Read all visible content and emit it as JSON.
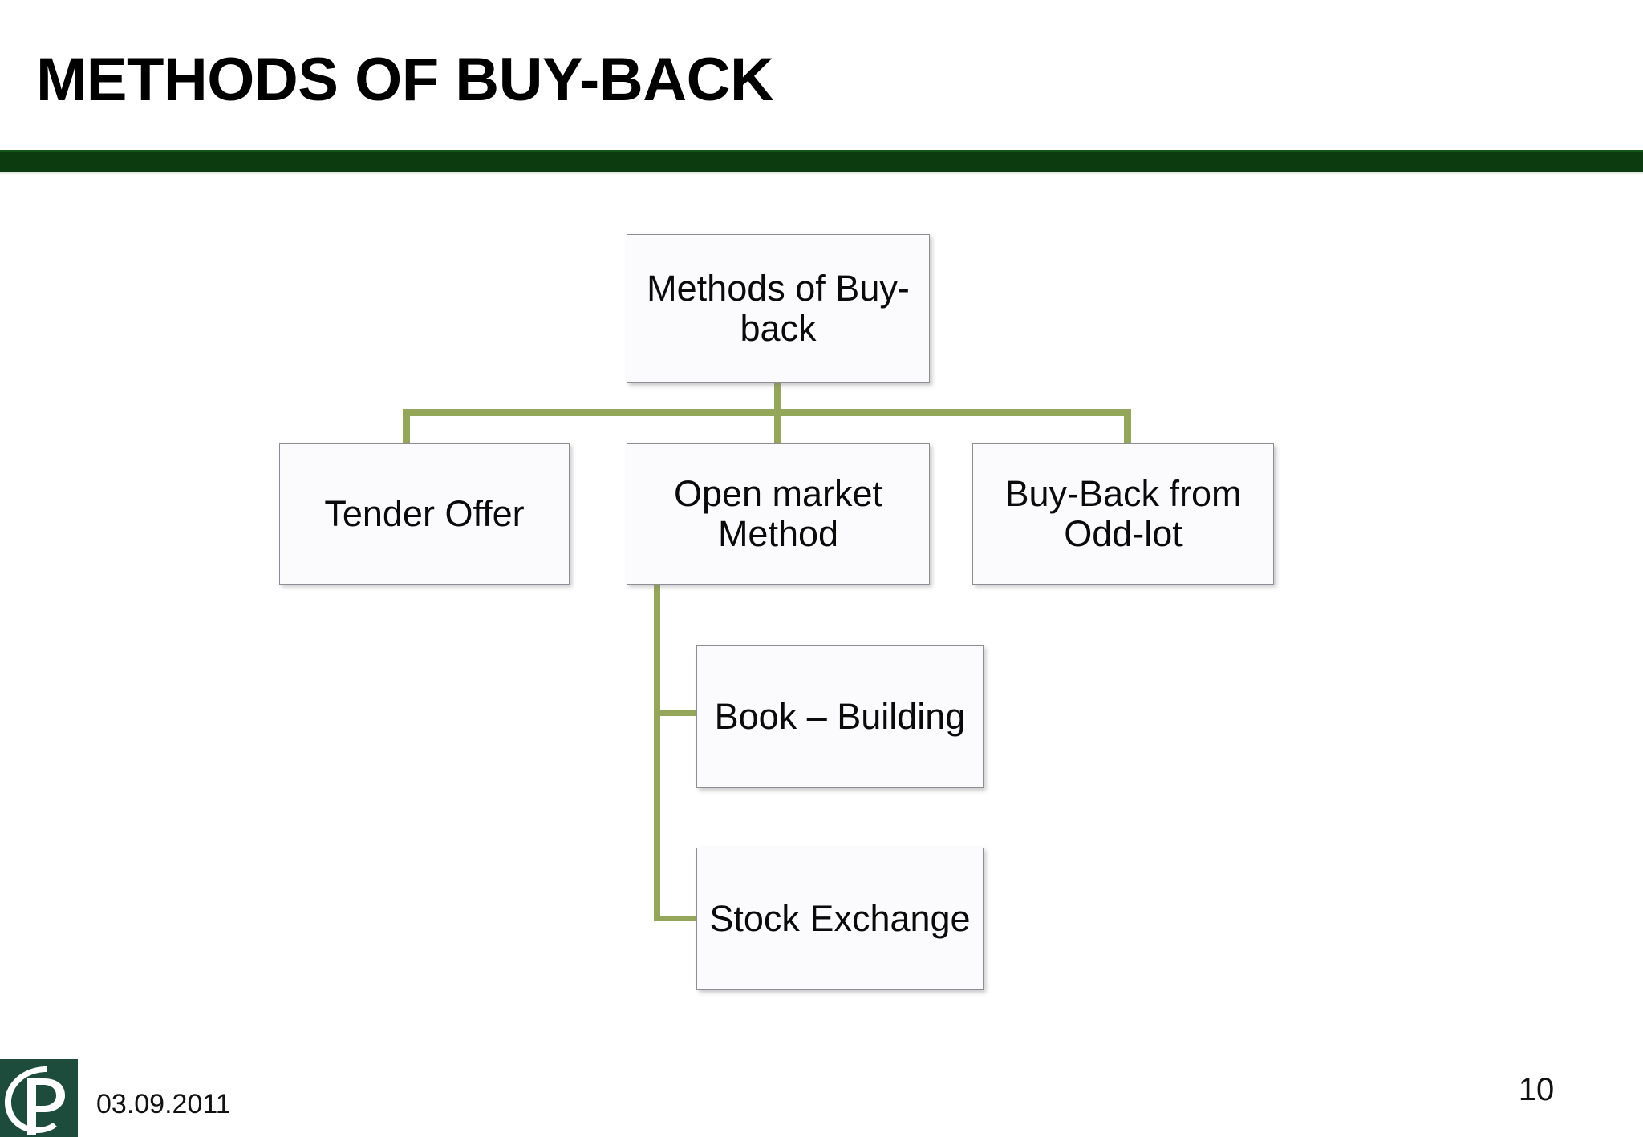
{
  "slide": {
    "title": "METHODS OF BUY-BACK",
    "accent_color": "#0b3b0e",
    "connector_color": "#94a65a",
    "node_border_color": "#8d8d93",
    "node_fill_color": "#fbfbfd",
    "logo_color": "#1d4c3c"
  },
  "footer": {
    "date": "03.09.2011",
    "page_number": "10",
    "logo_name": "company-p-logo"
  },
  "chart_data": {
    "type": "diagram",
    "subtype": "org-chart",
    "title": "METHODS OF BUY-BACK",
    "root": "Methods of Buy-back",
    "nodes": [
      {
        "id": "root",
        "label": "Methods of Buy-back",
        "line1": "Methods of Buy-",
        "line2": "back",
        "level": 0
      },
      {
        "id": "tender",
        "label": "Tender Offer",
        "line1": "Tender Offer",
        "line2": "",
        "level": 1
      },
      {
        "id": "openmkt",
        "label": "Open market Method",
        "line1": "Open market",
        "line2": "Method",
        "level": 1
      },
      {
        "id": "oddlot",
        "label": "Buy-Back from Odd-lot",
        "line1": "Buy-Back from",
        "line2": "Odd-lot",
        "level": 1
      },
      {
        "id": "book",
        "label": "Book – Building",
        "line1": "Book – Building",
        "line2": "",
        "level": 2
      },
      {
        "id": "stock",
        "label": "Stock Exchange",
        "line1": "Stock Exchange",
        "line2": "",
        "level": 2
      }
    ],
    "edges": [
      {
        "from": "root",
        "to": "tender"
      },
      {
        "from": "root",
        "to": "openmkt"
      },
      {
        "from": "root",
        "to": "oddlot"
      },
      {
        "from": "openmkt",
        "to": "book"
      },
      {
        "from": "openmkt",
        "to": "stock"
      }
    ]
  }
}
